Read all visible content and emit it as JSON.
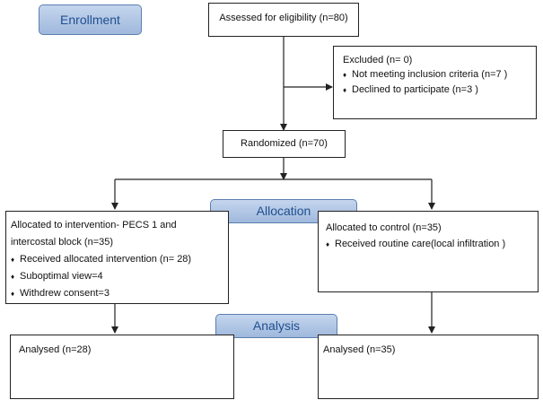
{
  "stages": {
    "enrollment": "Enrollment",
    "allocation": "Allocation",
    "analysis": "Analysis"
  },
  "eligibility": "Assessed for eligibility (n=80)",
  "excluded": {
    "title": "Excluded (n= 0)",
    "items": [
      "Not meeting inclusion criteria (n=7  )",
      "Declined to participate (n=3  )"
    ]
  },
  "randomized": "Randomized (n=70)",
  "intervention": {
    "title_line1": "Allocated to intervention- PECS 1 and",
    "title_line2": "intercostal block (n=35)",
    "items": [
      "Received allocated intervention (n= 28)",
      "Suboptimal view=4",
      "Withdrew consent=3"
    ]
  },
  "control": {
    "title": "Allocated to control (n=35)",
    "items": [
      "Received routine care(local infiltration  )"
    ]
  },
  "analysed_intervention": "Analysed (n=28)",
  "analysed_control": "Analysed (n=35)",
  "bullet_symbol": "♦"
}
